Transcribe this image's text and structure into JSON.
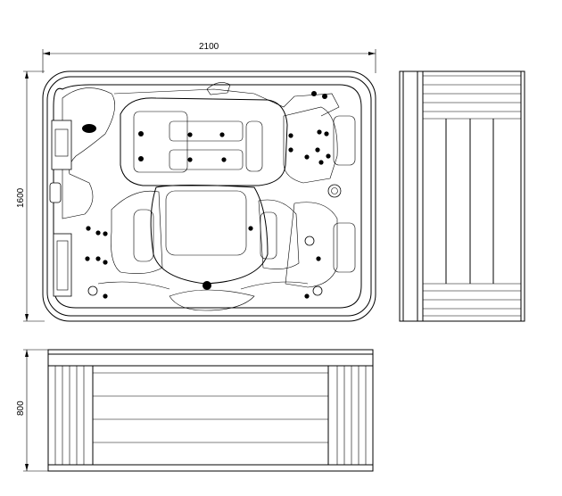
{
  "drawing": {
    "dimensions": {
      "width": "2100",
      "depth": "1600",
      "height": "800"
    },
    "views": [
      "top-view",
      "side-view",
      "front-view"
    ],
    "line_color": "#000000",
    "background_color": "#ffffff"
  }
}
